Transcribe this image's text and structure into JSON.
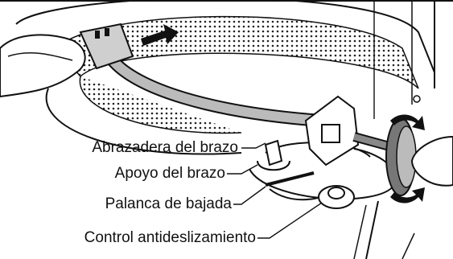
{
  "diagram": {
    "labels": [
      {
        "id": "arm-clamp",
        "text": "Abrazadera del brazo"
      },
      {
        "id": "arm-rest",
        "text": "Apoyo del brazo"
      },
      {
        "id": "cue-lever",
        "text": "Palanca de bajada"
      },
      {
        "id": "anti-skating",
        "text": "Control antideslizamiento"
      }
    ],
    "arrows": [
      "pull-direction",
      "rotate-up",
      "rotate-down"
    ]
  }
}
